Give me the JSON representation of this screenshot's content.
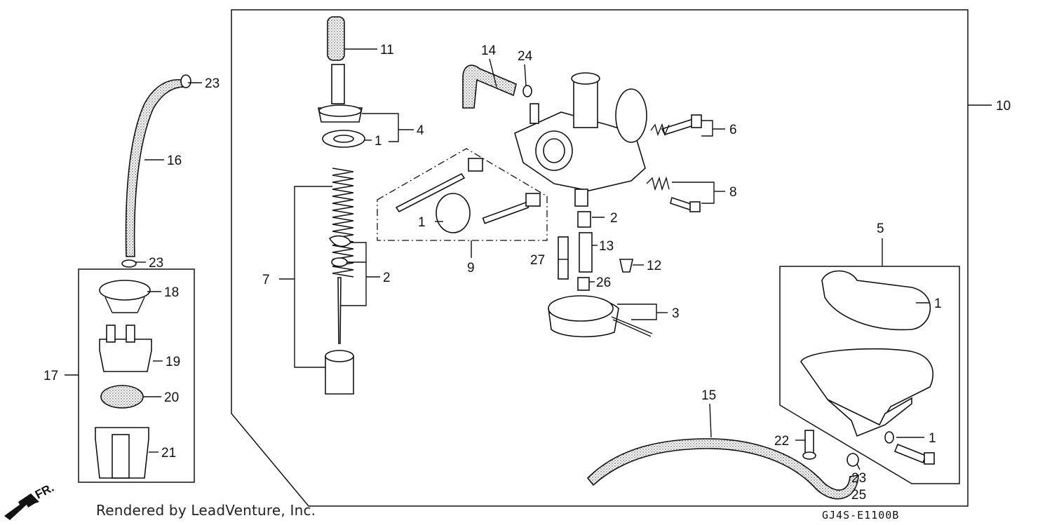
{
  "credit": "Rendered by LeadVenture, Inc.",
  "diagram_code": "GJ4S-E1100B",
  "direction_label": "FR.",
  "part_numbers": {
    "p1a": "1",
    "p1b": "1",
    "p1c": "1",
    "p1d": "1",
    "p2a": "2",
    "p2b": "2",
    "p3": "3",
    "p4": "4",
    "p5": "5",
    "p6": "6",
    "p7": "7",
    "p8": "8",
    "p9": "9",
    "p10": "10",
    "p11": "11",
    "p12": "12",
    "p13": "13",
    "p14": "14",
    "p15": "15",
    "p16": "16",
    "p17": "17",
    "p18": "18",
    "p19": "19",
    "p20": "20",
    "p21": "21",
    "p22": "22",
    "p23a": "23",
    "p23b": "23",
    "p23c": "23",
    "p24": "24",
    "p25": "25",
    "p26": "26",
    "p27": "27"
  }
}
